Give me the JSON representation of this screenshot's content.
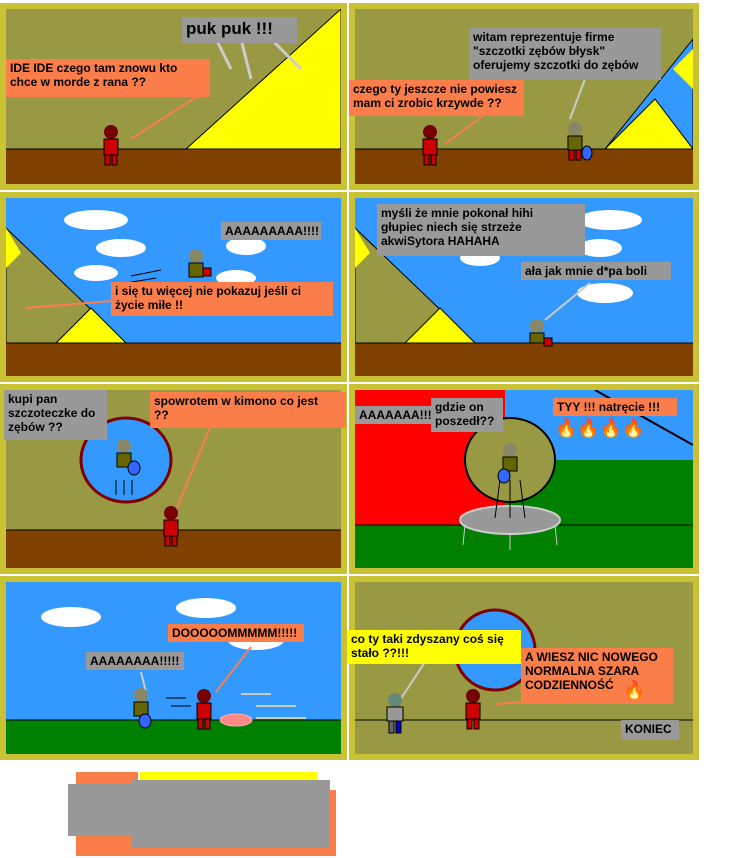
{
  "panels": [
    {
      "id": 1,
      "captions": {
        "sound": "puk puk !!!",
        "line": "IDE IDE czego tam znowu  kto\nchce w morde z rana ??"
      }
    },
    {
      "id": 2,
      "captions": {
        "seller": "witam reprezentuje firme\n\"szczotki  zębów błysk\"\noferujemy szczotki do zębów",
        "hero": "czego ty jeszcze nie powiesz\nmam ci zrobic krzywde ??"
      }
    },
    {
      "id": 3,
      "captions": {
        "scream": "AAAAAAAAA!!!!",
        "hero": "i się tu więcej nie pokazuj jeśli ci\nżycie miłe !!"
      }
    },
    {
      "id": 4,
      "captions": {
        "thought": "myśli że mnie pokonał hihi\ngłupiec niech się strzeże\nakwiSytora HAHAHA",
        "pain": "ała jak mnie d*pa boli"
      }
    },
    {
      "id": 5,
      "captions": {
        "seller": "kupi pan\nszczoteczke do\nzębów ??",
        "hero": "spowrotem w kimono co jest\n??"
      }
    },
    {
      "id": 6,
      "captions": {
        "scream": "AAAAAAA!!!!",
        "question": "gdzie on\nposzedł??",
        "rage": "TYY !!! natręcie !!!"
      }
    },
    {
      "id": 7,
      "captions": {
        "scream": "AAAAAAAA!!!!!",
        "yell": "DOOOOOMMMMM!!!!!"
      }
    },
    {
      "id": 8,
      "captions": {
        "friend": "co ty taki zdyszany coś się\nstało ??!!!",
        "hero": "A WIESZ NIC NOWEGO\nNORMALNA SZARA\nCODZIENNOŚĆ",
        "end": "KONIEC"
      }
    }
  ],
  "icons": {
    "flame": "flame-icon",
    "figure": "figure-icon"
  },
  "colors": {
    "frame": "#c8c234",
    "wall": "#999944",
    "floor": "#804000",
    "sky": "#3399ff",
    "ground": "#008000",
    "speech_orange": "#fb7e4a",
    "speech_gray": "#999999",
    "yellow": "#ffff00",
    "red": "#ff0000"
  }
}
